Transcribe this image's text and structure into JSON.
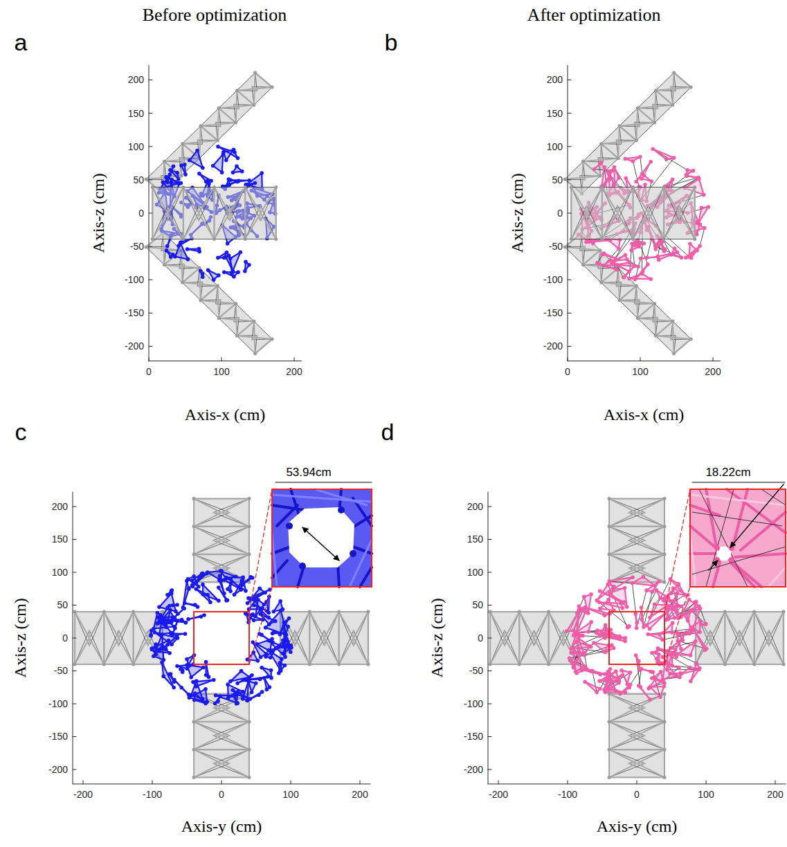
{
  "diagram": {
    "labels": [
      "Before optimization",
      "After optimization",
      "a",
      "b",
      "c",
      "d",
      "Axis-z (cm)",
      "Axis-x (cm)",
      "200",
      "150",
      "100",
      "50",
      "0",
      "-50",
      "-100",
      "-150",
      "-200",
      "0",
      "100",
      "200",
      "Axis-z (cm)",
      "Axis-x (cm)",
      "200",
      "150",
      "100",
      "50",
      "0",
      "-50",
      "-100",
      "-150",
      "-200",
      "0",
      "100",
      "200",
      "Axis-z (cm)",
      "Axis-y (cm)",
      "200",
      "150",
      "100",
      "50",
      "0",
      "-50",
      "-100",
      "-150",
      "-200",
      "-200",
      "-100",
      "0",
      "100",
      "200",
      "53.94cm",
      "Axis-z (cm)",
      "Axis-y (cm)",
      "200",
      "150",
      "100",
      "50",
      "0",
      "-50",
      "-100",
      "-150",
      "-200",
      "-200",
      "-100",
      "0",
      "100",
      "200",
      "18.22cm"
    ]
  }
}
